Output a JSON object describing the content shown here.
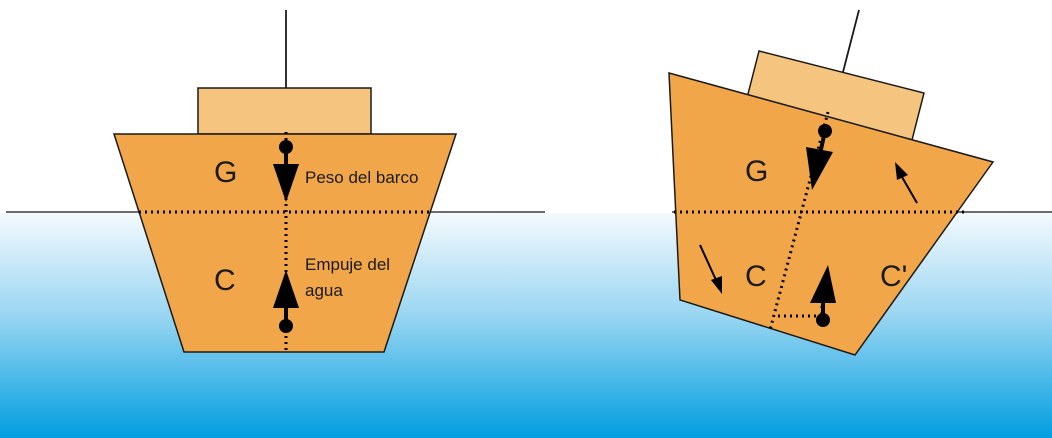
{
  "diagram": {
    "left_boat": {
      "center_gravity_label": "G",
      "center_buoyancy_label": "C",
      "weight_label": "Peso del barco",
      "buoyancy_label_line1": "Empuje del",
      "buoyancy_label_line2": "agua"
    },
    "right_boat": {
      "center_gravity_label": "G",
      "center_buoyancy_label": "C",
      "new_center_buoyancy_label": "C'"
    }
  },
  "colors": {
    "hull": "#F2A64A",
    "cabin": "#F5C57F",
    "outline": "#1a1a1a",
    "water_top": "#F4FAFD",
    "water_bottom": "#009EE0"
  }
}
